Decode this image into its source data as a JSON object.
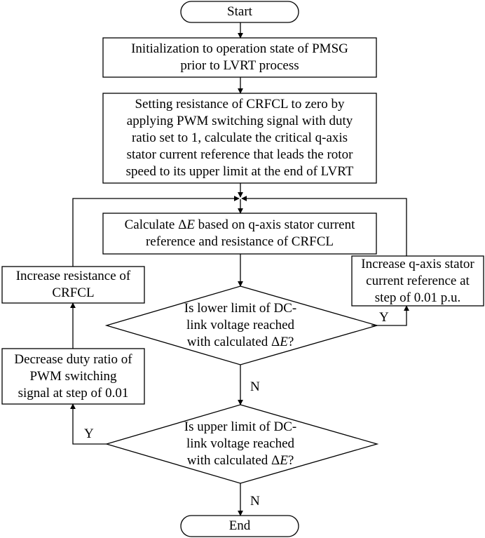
{
  "start": "Start",
  "end": "End",
  "init": {
    "lines": [
      "Initialization to operation state of PMSG",
      "prior to LVRT process"
    ]
  },
  "setting": {
    "lines": [
      "Setting resistance of CRFCL to zero by",
      "applying PWM switching signal with duty",
      "ratio set to 1, calculate the critical q-axis",
      "stator current reference that leads the rotor",
      "speed to its upper limit at the end of LVRT"
    ]
  },
  "calc": {
    "line1_pre": "Calculate ",
    "delta": "Δ",
    "var": "E",
    "line1_post": " based on q-axis stator current",
    "line2": "reference and resistance of CRFCL"
  },
  "increase_q": {
    "lines": [
      "Increase q-axis stator",
      "current reference at",
      "step of 0.01 p.u."
    ]
  },
  "increase_r": {
    "lines": [
      "Increase resistance of",
      "CRFCL"
    ]
  },
  "decrease": {
    "lines": [
      "Decrease duty ratio of",
      "PWM switching",
      "signal at step of 0.01"
    ]
  },
  "decision_lower": {
    "line1": "Is lower limit of DC-",
    "line2": "link voltage reached",
    "line3_pre": "with calculated ",
    "delta": "Δ",
    "var": "E",
    "line3_post": "?"
  },
  "decision_upper": {
    "line1": "Is upper limit of DC-",
    "line2": "link voltage reached",
    "line3_pre": "with calculated ",
    "delta": "Δ",
    "var": "E",
    "line3_post": "?"
  },
  "labels": {
    "y_lower": "Y",
    "n_lower": "N",
    "y_upper": "Y",
    "n_upper": "N"
  }
}
